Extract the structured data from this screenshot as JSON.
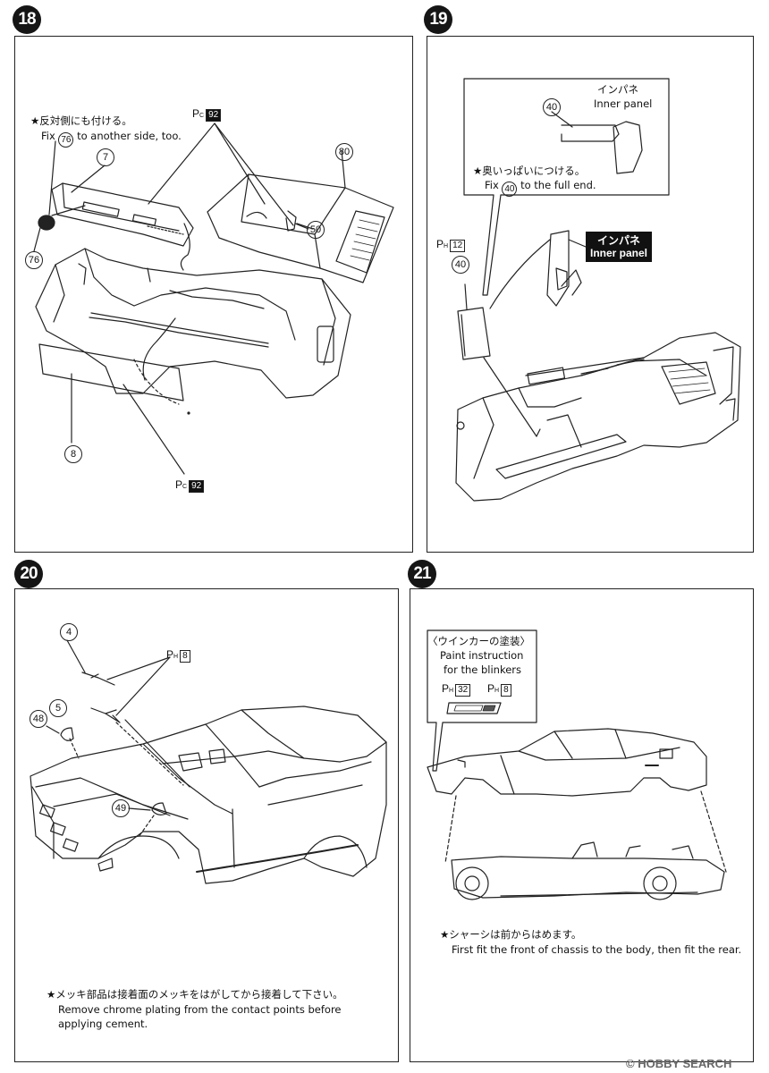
{
  "steps": {
    "s18": {
      "number": "18",
      "note_jp": "★反対側にも付ける。",
      "note_en_pre": "Fix",
      "note_en_part": "76",
      "note_en_post": "to another side, too.",
      "parts": [
        "7",
        "76",
        "80",
        "50",
        "8"
      ],
      "paint_ref_top": {
        "letter": "P",
        "sub": "C",
        "code": "92"
      },
      "paint_ref_bottom": {
        "letter": "P",
        "sub": "C",
        "code": "92"
      }
    },
    "s19": {
      "number": "19",
      "callout_jp": "インパネ",
      "callout_en": "Inner panel",
      "note_jp": "★奥いっぱいにつける。",
      "note_en_pre": "Fix",
      "note_en_part": "40",
      "note_en_post": "to the full end.",
      "parts": [
        "40",
        "40"
      ],
      "label_jp": "インパネ",
      "label_en": "Inner panel",
      "paint_ref": {
        "letter": "P",
        "sub": "H",
        "code": "12"
      }
    },
    "s20": {
      "number": "20",
      "parts": [
        "4",
        "5",
        "48",
        "49"
      ],
      "paint_ref": {
        "letter": "P",
        "sub": "H",
        "code": "8"
      },
      "note_jp": "★メッキ部品は接着面のメッキをはがしてから接着して下さい。",
      "note_en_1": "Remove chrome plating from the contact points before",
      "note_en_2": "applying cement."
    },
    "s21": {
      "number": "21",
      "callout_jp": "〈ウインカーの塗装〉",
      "callout_en_1": "Paint instruction",
      "callout_en_2": "for the blinkers",
      "paint_ref_1": {
        "letter": "P",
        "sub": "H",
        "code": "32"
      },
      "paint_ref_2": {
        "letter": "P",
        "sub": "H",
        "code": "8"
      },
      "note_jp": "★シャーシは前からはめます。",
      "note_en": "First fit the front of chassis to the body, then fit the rear."
    }
  },
  "watermark": "© HOBBY SEARCH"
}
